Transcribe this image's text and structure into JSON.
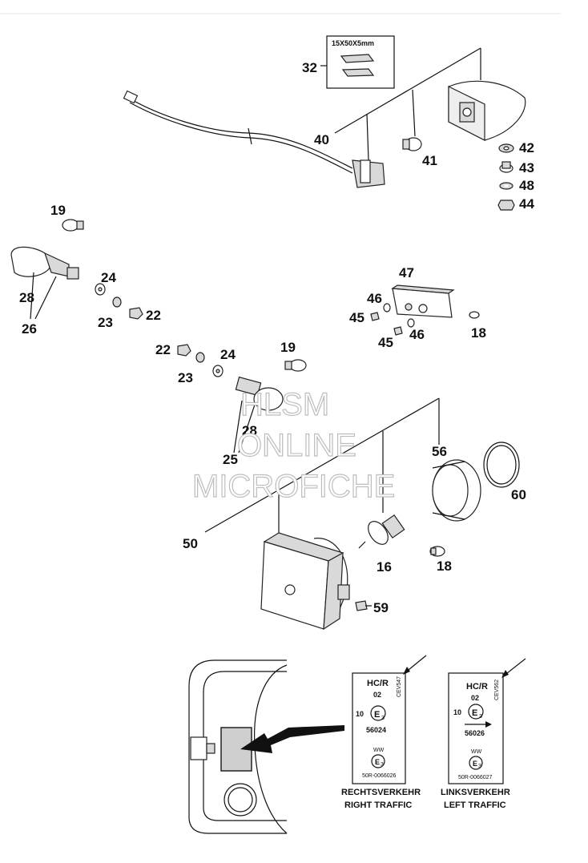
{
  "callouts": {
    "c32": "32",
    "c40": "40",
    "c41": "41",
    "c42": "42",
    "c43": "43",
    "c48": "48",
    "c44": "44",
    "c19a": "19",
    "c24a": "24",
    "c28a": "28",
    "c23a": "23",
    "c22a": "22",
    "c26": "26",
    "c47": "47",
    "c46a": "46",
    "c45a": "45",
    "c18a": "18",
    "c45b": "45",
    "c46b": "46",
    "c22b": "22",
    "c24b": "24",
    "c19b": "19",
    "c23b": "23",
    "c28b": "28",
    "c25": "25",
    "c56": "56",
    "c60": "60",
    "c50": "50",
    "c16": "16",
    "c18b": "18",
    "c59": "59"
  },
  "box32_label": "15X50X5mm",
  "watermark": {
    "line1": "HLSM",
    "line2": "ONLINE",
    "line3": "MICROFICHE"
  },
  "label_right": {
    "hcr": "HC/R",
    "num02": "02",
    "cev": "CEV547",
    "ten": "10",
    "e": "E",
    "e_sub": "3",
    "code": "56024",
    "ww": "WW",
    "e2": "E",
    "e2_sub": "3",
    "small_code": "50R-0066026",
    "caption1": "RECHTSVERKEHR",
    "caption2": "RIGHT TRAFFIC"
  },
  "label_left": {
    "hcr": "HC/R",
    "num02": "02",
    "cev": "CEV562",
    "ten": "10",
    "e": "E",
    "e_sub": "3",
    "code": "56026",
    "ww": "WW",
    "e2": "E",
    "e2_sub": "3",
    "small_code": "50R-0066027",
    "caption1": "LINKSVERKEHR",
    "caption2": "LEFT TRAFFIC"
  }
}
